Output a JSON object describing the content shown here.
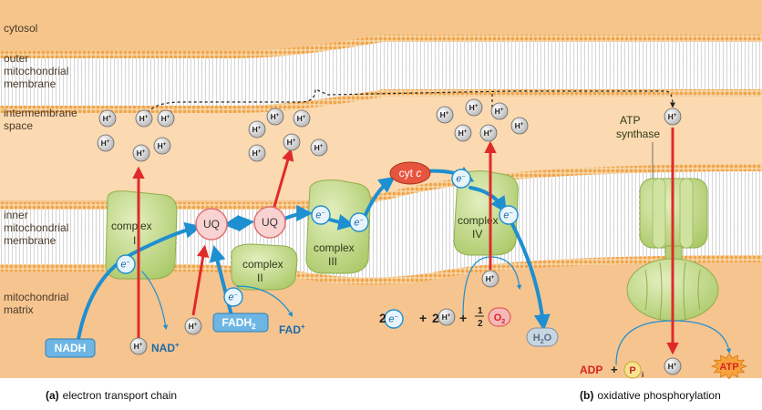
{
  "regions": {
    "cytosol": "cytosol",
    "outer_l1": "outer",
    "outer_l2": "mitochondrial",
    "outer_l3": "membrane",
    "inter_l1": "intermembrane",
    "inter_l2": "space",
    "inner_l1": "inner",
    "inner_l2": "mitochondrial",
    "inner_l3": "membrane",
    "matrix_l1": "mitochondrial",
    "matrix_l2": "matrix"
  },
  "complexes": {
    "c1": "complex",
    "c1_num": "I",
    "c2": "complex",
    "c2_num": "II",
    "c3": "complex",
    "c3_num": "III",
    "c4": "complex",
    "c4_num": "IV",
    "atp_l1": "ATP",
    "atp_l2": "synthase"
  },
  "molecules": {
    "uq": "UQ",
    "cytc_main": "cyt ",
    "cytc_italic": "c",
    "nadh": "NADH",
    "nad": "NAD",
    "nad_sup": "+",
    "fadh_main": "FADH",
    "fadh_sub": "2",
    "fad": "FAD",
    "fad_sup": "+",
    "h2o_main": "H",
    "h2o_sub": "2",
    "h2o_end": "O",
    "o2_main": "O",
    "o2_sub": "2",
    "adp": "ADP",
    "plus": "+",
    "p": "P",
    "p_sub": "i",
    "atp": "ATP"
  },
  "ions": {
    "h": "H",
    "h_sup": "+",
    "e": "e",
    "e_sup": "−"
  },
  "equation": {
    "two_a": "2",
    "two_b": "2",
    "plus_a": "+",
    "plus_b": "+",
    "plus_c": "+",
    "half_num": "1",
    "half_den": "2"
  },
  "captions": {
    "a_tag": "(a)",
    "a_text": "electron transport chain",
    "b_tag": "(b)",
    "b_text": "oxidative phosphorylation"
  },
  "colors": {
    "cytosol": "#f5c58c",
    "intermembrane": "#fbd9b1",
    "matrix": "#f5c08a",
    "membrane": "#ffffff",
    "head": "#f0a44b",
    "complex": "#b8d27a",
    "electron_flow": "#1e8fd0",
    "proton_flow": "#e02a2a"
  }
}
